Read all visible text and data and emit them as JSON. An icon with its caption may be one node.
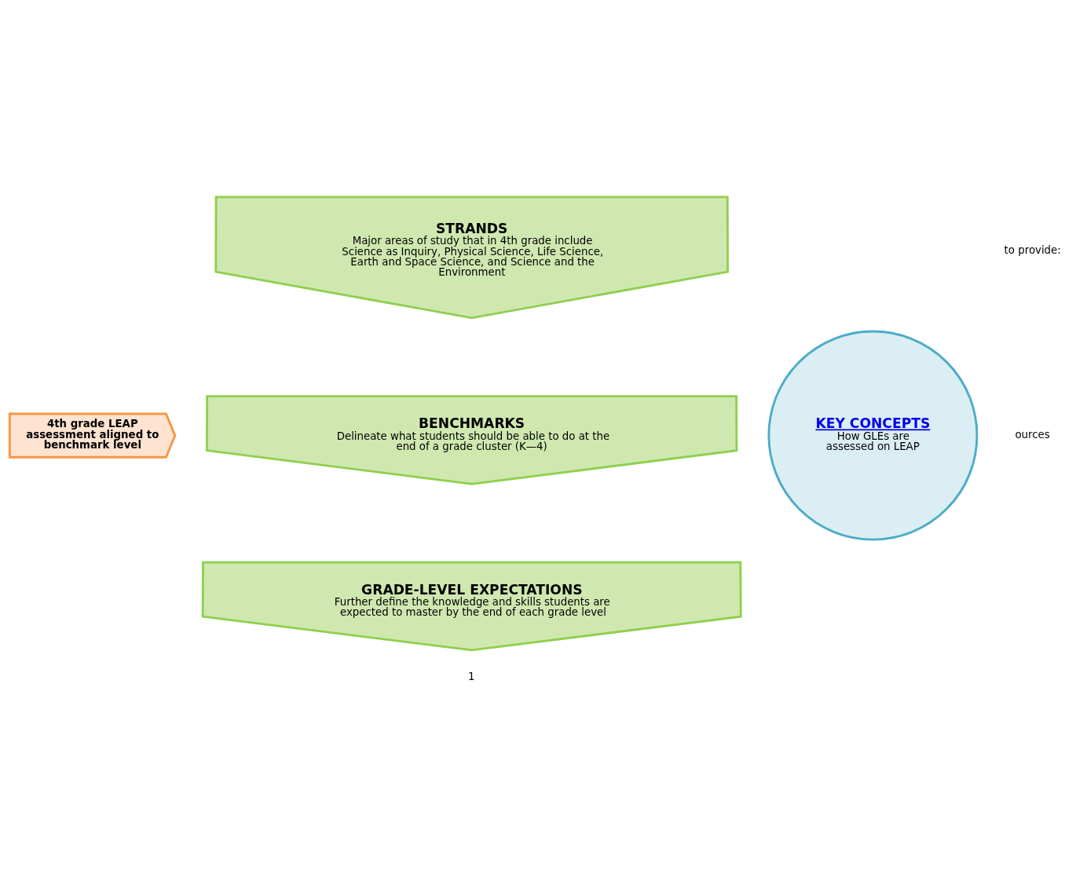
{
  "diagram": {
    "nodes": [
      {
        "text": [
          "STRANDS",
          "Major areas of study that in 4th grade include Science as Inquiry, Physical Science, Life Science, Earth and Space Science, and Science and the Environment"
        ]
      },
      {
        "text": [
          "BENCHMARKS",
          "Delineate what students should be able to do at the end of a grade cluster (K—4)"
        ]
      },
      {
        "text": [
          "GRADE-LEVEL EXPECTATIONS",
          "Further define the knowledge and skills students are expected to master by the end of each grade level"
        ]
      },
      {
        "text": [
          "4th grade LEAP assessment aligned to benchmark level"
        ]
      },
      {
        "text": [
          "KEY CONCEPTS",
          "How GLEs are assessed on LEAP"
        ]
      }
    ],
    "edges": [],
    "labels": [
      "to provide:",
      "ources",
      "1"
    ]
  }
}
